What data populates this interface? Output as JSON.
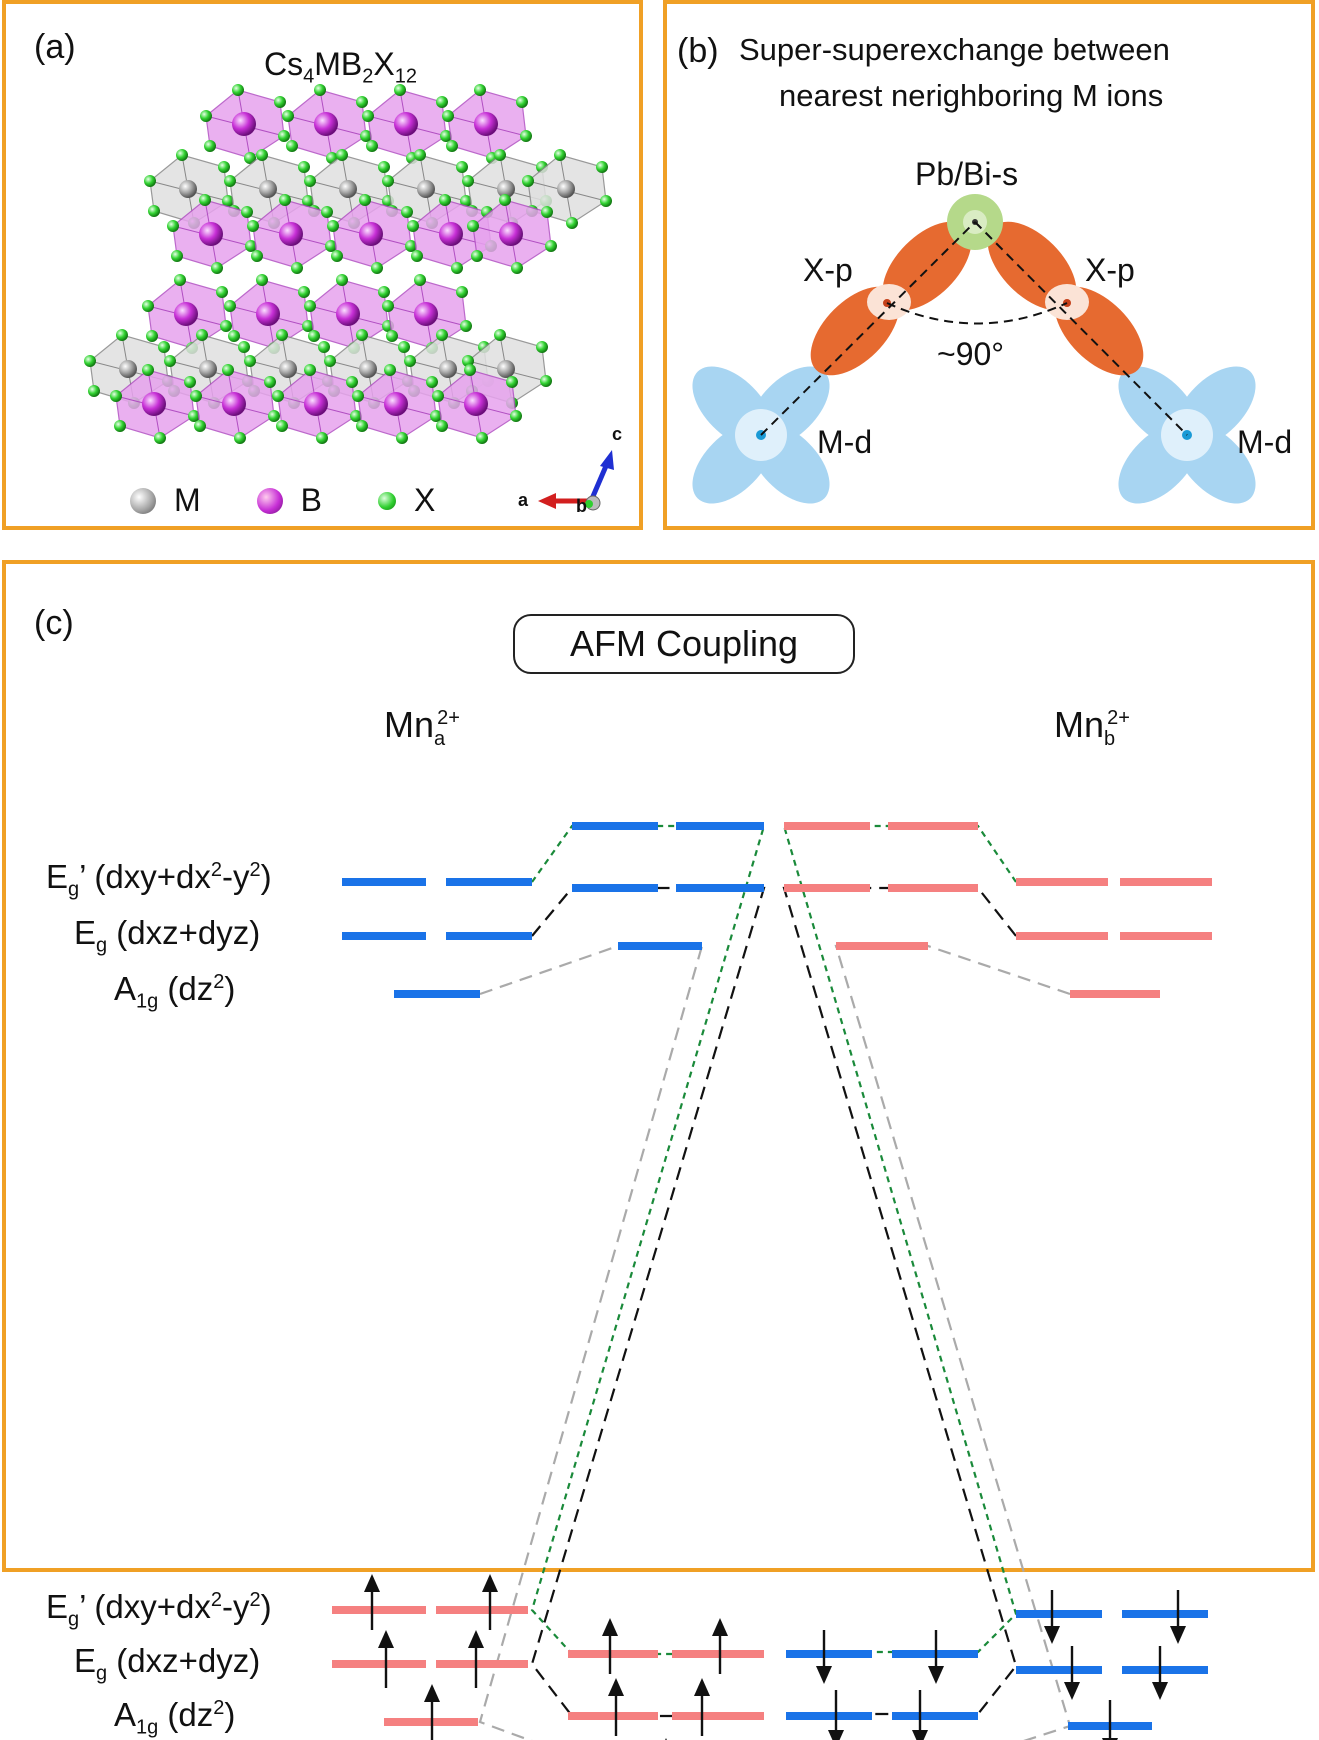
{
  "panel_a": {
    "label": "(a)",
    "formula": {
      "base1": "Cs",
      "sub1": "4",
      "base2": "MB",
      "sub2": "2",
      "base3": "X",
      "sub3": "12"
    },
    "legend": [
      {
        "label": "M",
        "color": "#a6a6a6"
      },
      {
        "label": "B",
        "color": "#c72fd6"
      },
      {
        "label": "X",
        "color": "#2fcf2f"
      }
    ],
    "axes": {
      "a": "a",
      "b": "b",
      "c": "c"
    }
  },
  "panel_b": {
    "label": "(b)",
    "title_line1": "Super-superexchange between",
    "title_line2": "nearest nerighboring M ions",
    "center_orbital": "Pb/Bi-s",
    "left_p": "X-p",
    "right_p": "X-p",
    "angle": "~90°",
    "left_d": "M-d",
    "right_d": "M-d"
  },
  "panel_c": {
    "label": "(c)",
    "box_title": "AFM Coupling",
    "ion_a": {
      "base": "Mn",
      "sub": "a",
      "sup": "2+"
    },
    "ion_b": {
      "base": "Mn",
      "sub": "b",
      "sup": "2+"
    },
    "levels_upper": [
      {
        "pre": "E",
        "sub": "g",
        "post": "’ (dxy+dx",
        "sup": "2",
        "post2": "-y",
        "sup2": "2",
        "post3": ")"
      },
      {
        "pre": "E",
        "sub": "g",
        "post": " (dxz+dyz)"
      },
      {
        "pre": "A",
        "sub": "1g",
        "post": " (dz",
        "sup": "2",
        "post2": ")"
      }
    ],
    "levels_lower": [
      {
        "pre": "E",
        "sub": "g",
        "post": "’ (dxy+dx",
        "sup": "2",
        "post2": "-y",
        "sup2": "2",
        "post3": ")"
      },
      {
        "pre": "E",
        "sub": "g",
        "post": " (dxz+dyz)"
      },
      {
        "pre": "A",
        "sub": "1g",
        "post": " (dz",
        "sup": "2",
        "post2": ")"
      }
    ],
    "colors": {
      "blue": "#1a73e8",
      "pink": "#f58080",
      "green": "#1a8a3a",
      "black": "#111111",
      "gray": "#aaaaaa"
    }
  }
}
